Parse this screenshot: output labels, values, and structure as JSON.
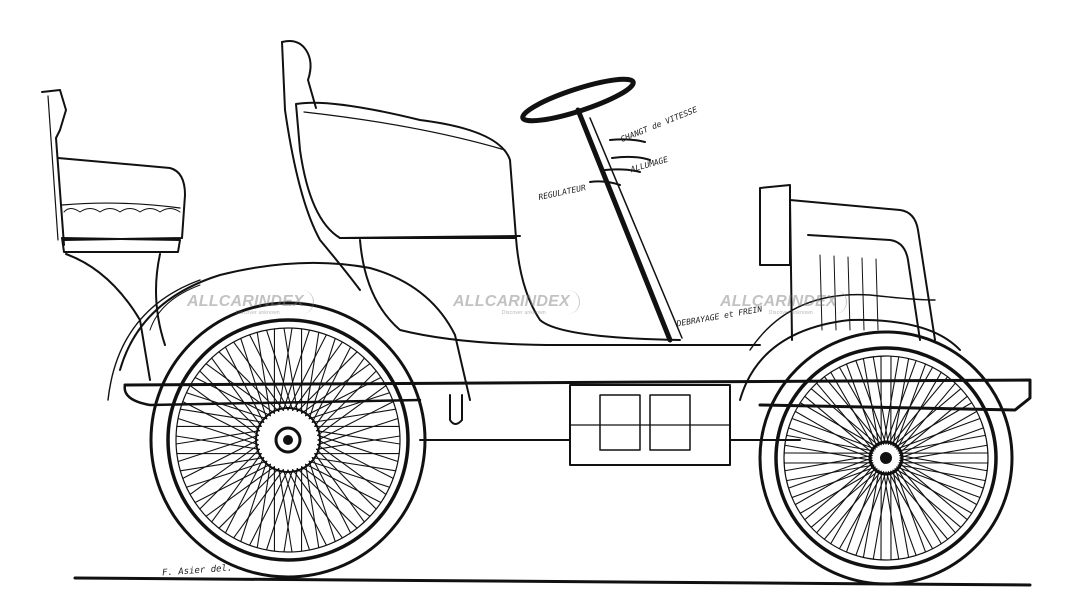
{
  "labels": {
    "gear_change": "CHANGT de VITESSE",
    "regulator": "REGULATEUR",
    "ignition": "ALLUMAGE",
    "clutch_brake": "DEBRAYAGE et FREIN",
    "signature": "F. Asier del."
  },
  "watermark": {
    "brand": "ALLCARINDEX",
    "tagline": "Discover unknown"
  },
  "colors": {
    "ink": "#111111",
    "paper": "#ffffff",
    "watermark": "#8a8a8a"
  }
}
